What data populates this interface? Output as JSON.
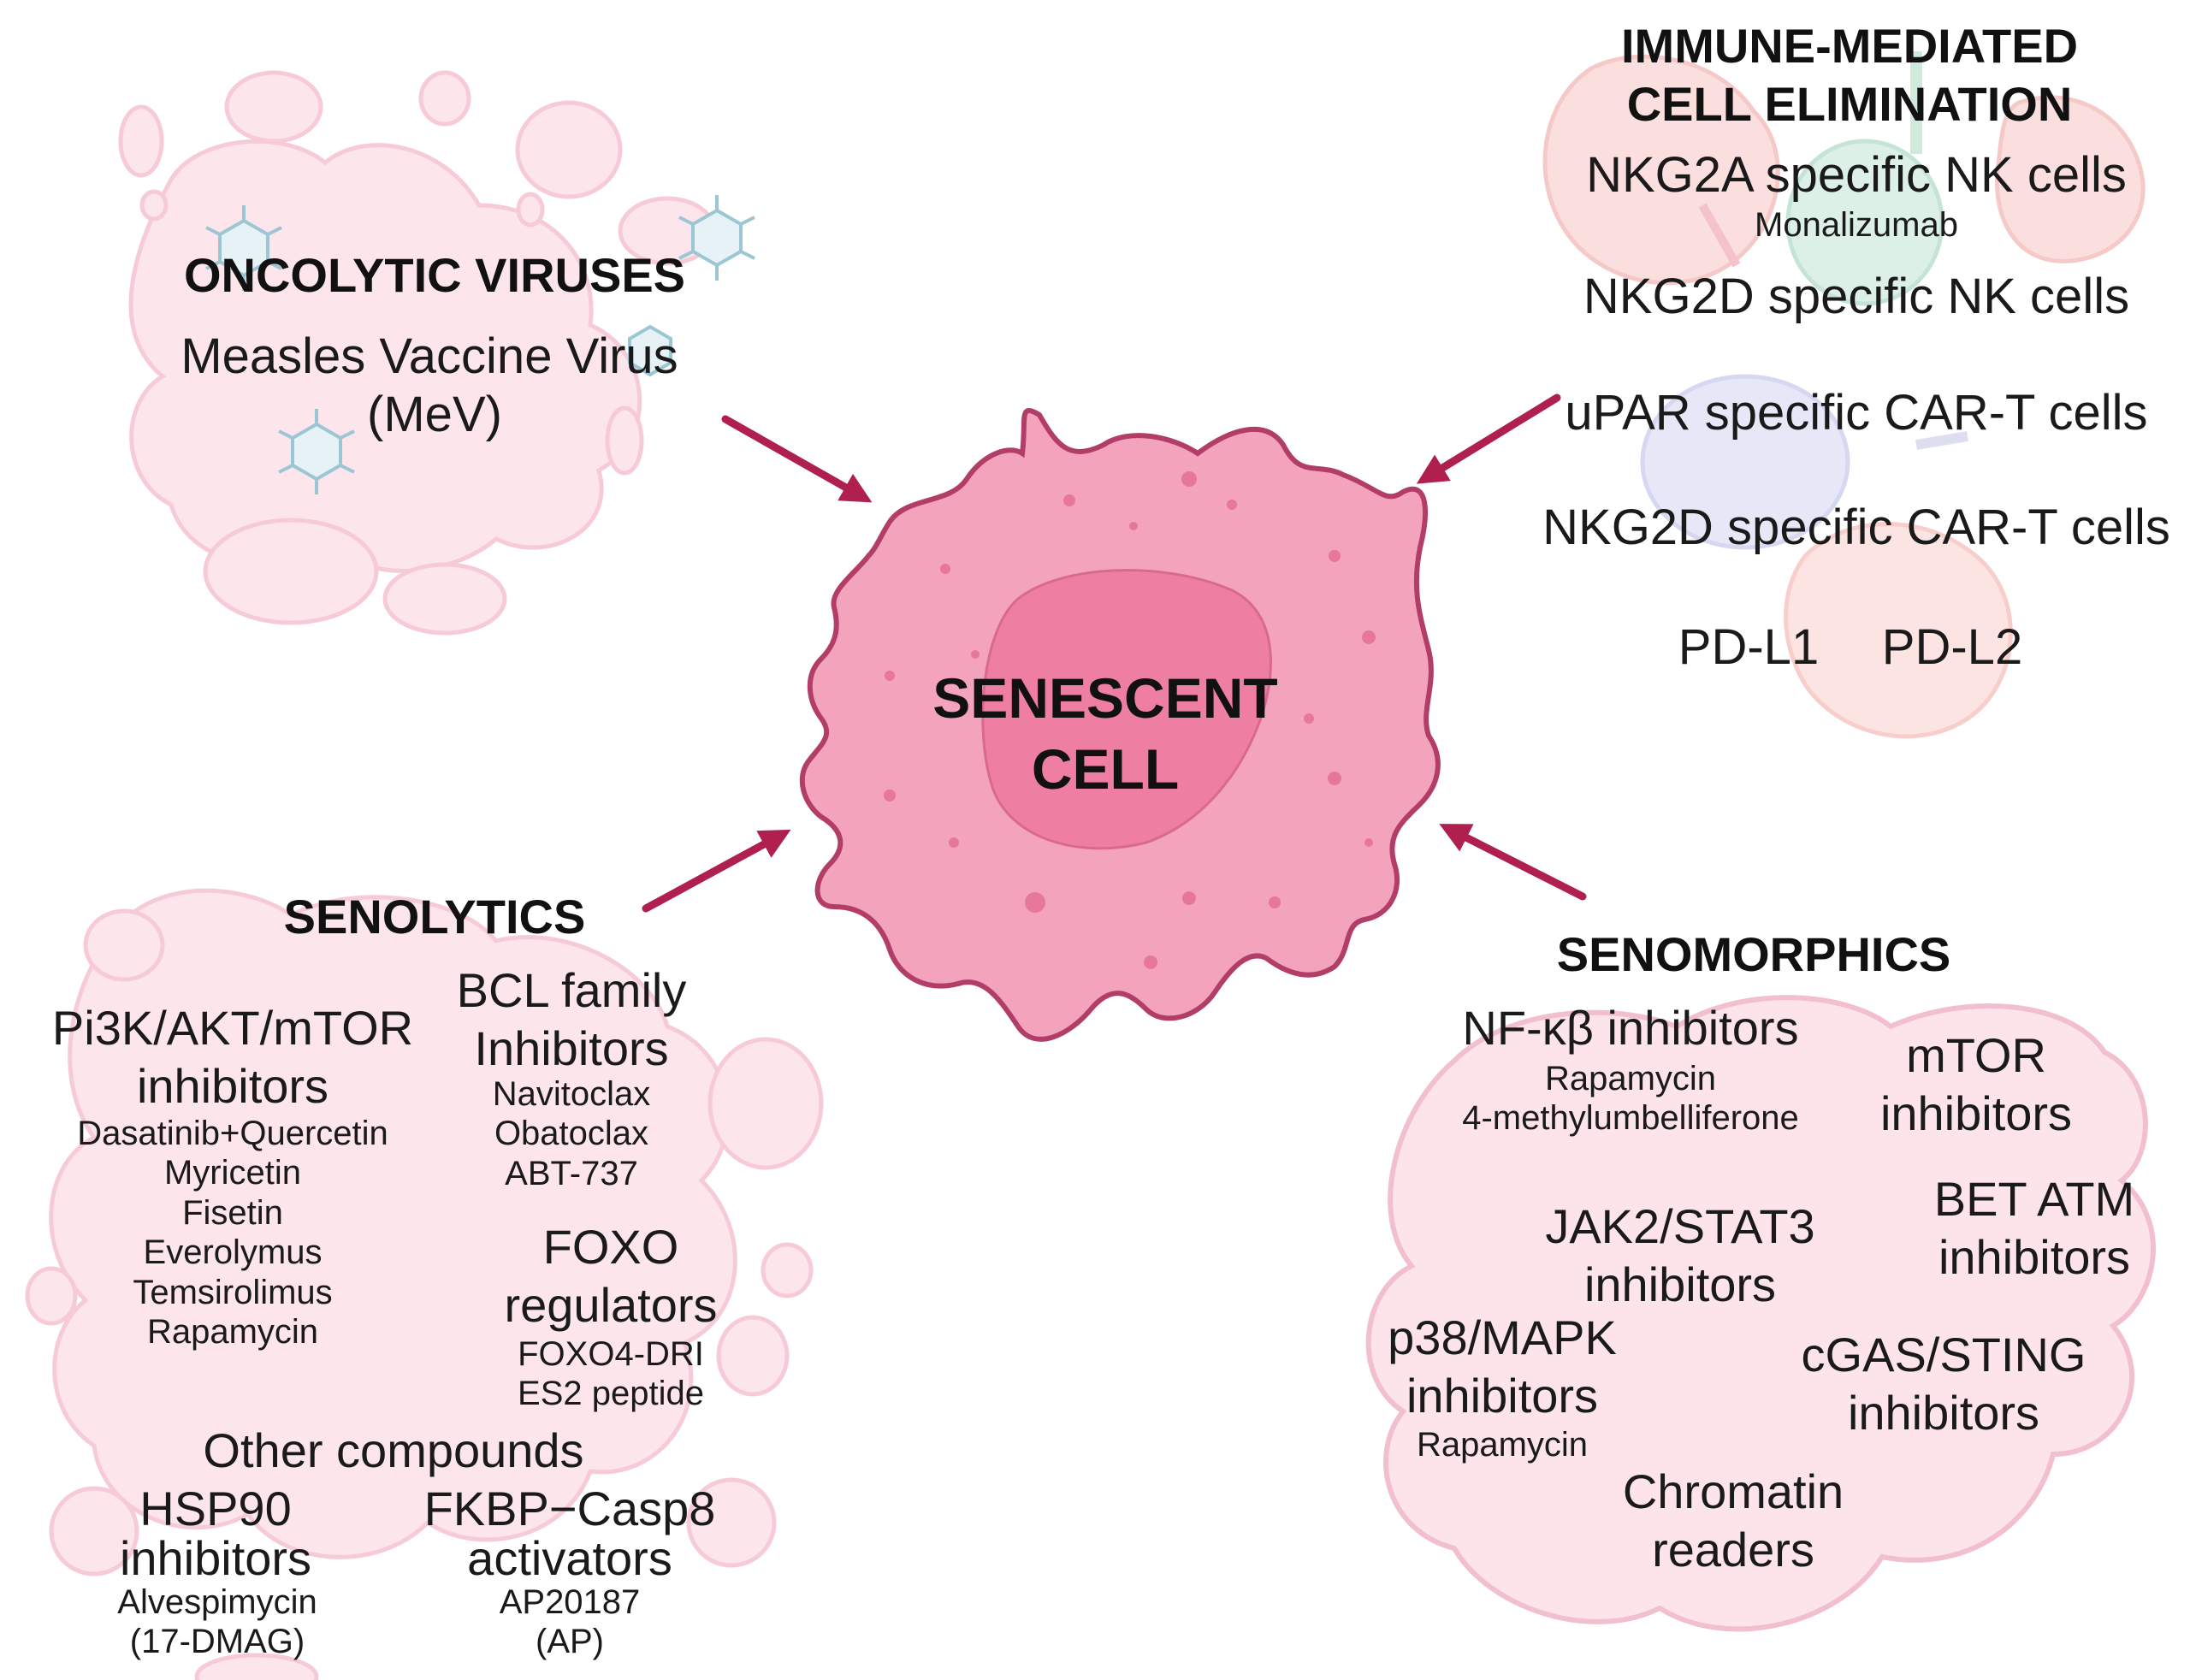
{
  "center": {
    "label_line1": "SENESCENT",
    "label_line2": "CELL"
  },
  "oncolytic": {
    "title": "ONCOLYTIC VIRUSES",
    "item_line1": "Measles Vaccine Virus",
    "item_line2": "(MeV)"
  },
  "immune": {
    "title_line1": "IMMUNE-MEDIATED",
    "title_line2": "CELL ELIMINATION",
    "items": [
      "NKG2A specific NK cells",
      "Monalizumab",
      "NKG2D specific NK cells",
      "uPAR specific CAR-T cells",
      "NKG2D specific CAR-T cells",
      "PD-L1",
      "PD-L2"
    ]
  },
  "senolytics": {
    "title": "SENOLYTICS",
    "pi3k": {
      "heading_line1": "Pi3K/AKT/mTOR",
      "heading_line2": "inhibitors",
      "drugs": [
        "Dasatinib+Quercetin",
        "Myricetin",
        "Fisetin",
        "Everolymus",
        "Temsirolimus",
        "Rapamycin"
      ]
    },
    "bcl": {
      "heading_line1": "BCL family",
      "heading_line2": "Inhibitors",
      "drugs": [
        "Navitoclax",
        "Obatoclax",
        "ABT-737"
      ]
    },
    "foxo": {
      "heading_line1": "FOXO",
      "heading_line2": "regulators",
      "drugs": [
        "FOXO4-DRI",
        "ES2 peptide"
      ]
    },
    "other": "Other compounds",
    "hsp90": {
      "heading_line1": "HSP90",
      "heading_line2": "inhibitors",
      "drugs": [
        "Alvespimycin",
        "(17-DMAG)"
      ]
    },
    "fkbp": {
      "heading_line1": "FKBP−Casp8",
      "heading_line2": "activators",
      "drugs": [
        "AP20187",
        "(AP)"
      ]
    }
  },
  "senomorphics": {
    "title": "SENOMORPHICS",
    "nfkb": {
      "heading": "NF-κβ inhibitors",
      "drugs": [
        "Rapamycin",
        "4-methylumbelliferone"
      ]
    },
    "mtor": {
      "heading_line1": "mTOR",
      "heading_line2": "inhibitors"
    },
    "jak": {
      "heading_line1": "JAK2/STAT3",
      "heading_line2": "inhibitors"
    },
    "bet": {
      "heading_line1": "BET ATM",
      "heading_line2": "inhibitors"
    },
    "p38": {
      "heading_line1": "p38/MAPK",
      "heading_line2": "inhibitors",
      "drugs": [
        "Rapamycin"
      ]
    },
    "cgas": {
      "heading_line1": "cGAS/STING",
      "heading_line2": "inhibitors"
    },
    "chromatin": {
      "heading_line1": "Chromatin",
      "heading_line2": "readers"
    }
  },
  "colors": {
    "cell_fill": "#f4a3bd",
    "cell_stroke": "#b33d69",
    "nucleus": "#ee7fa2",
    "arrow": "#b0204f",
    "faded_cell": "#fde3ea",
    "faded_stroke": "#f4bfce"
  }
}
